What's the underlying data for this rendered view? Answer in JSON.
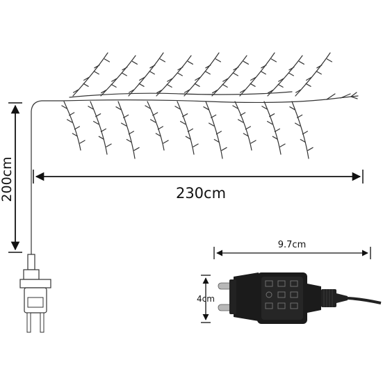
{
  "dimensions": {
    "height_label": "200cm",
    "width_label": "230cm",
    "adapter_width_label": "9.7cm",
    "adapter_height_label": "4cm"
  },
  "colors": {
    "line": "#111111",
    "wire": "#333333",
    "adapter_body": "#1b1b1b",
    "adapter_face": "#262626",
    "pin": "#b8b8b8",
    "background": "#ffffff"
  },
  "icons": {
    "branches": "willow-branch-icon",
    "plug": "euro-plug-icon",
    "adapter": "power-adapter-icon"
  }
}
